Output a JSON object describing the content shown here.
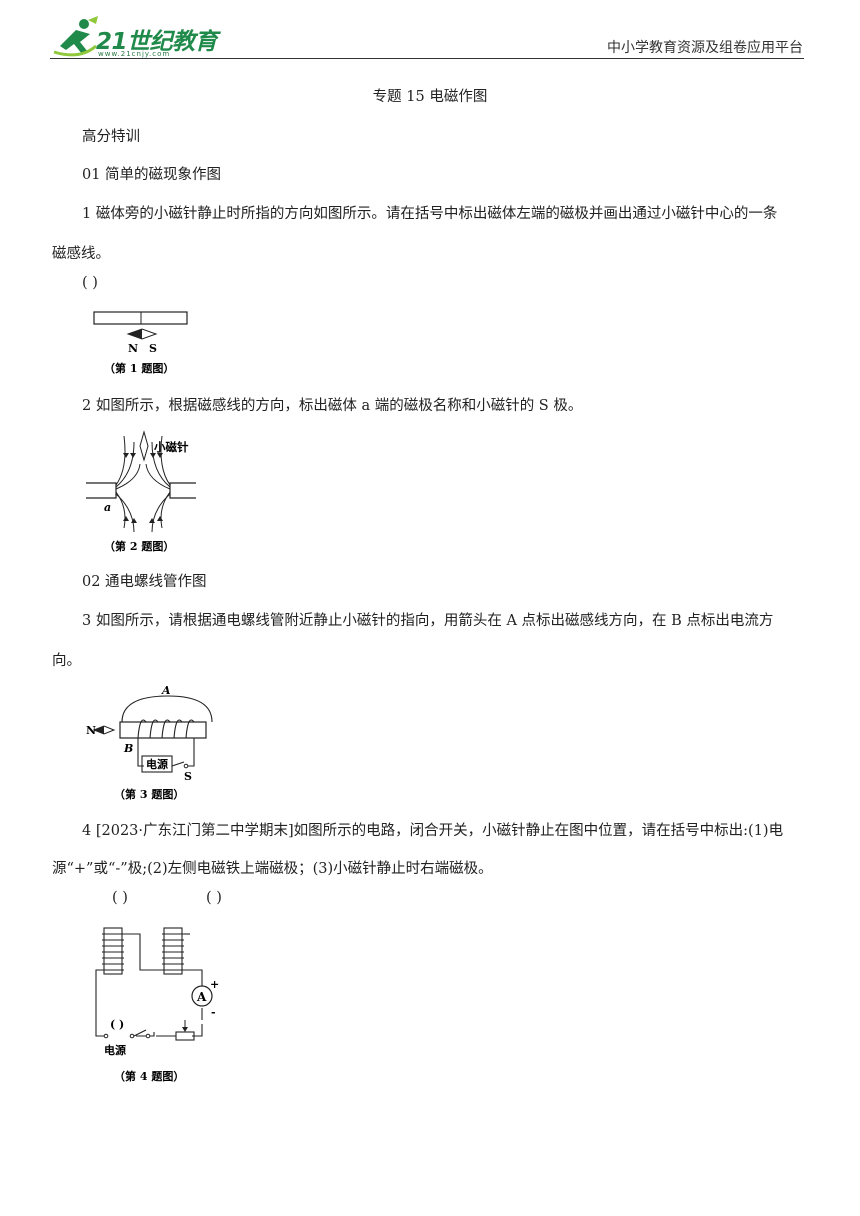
{
  "header": {
    "logo_text": "21世纪教育",
    "logo_sub": "www.21cnjy.com",
    "right_text": "中小学教育资源及组卷应用平台"
  },
  "doc": {
    "title": "专题 15 电磁作图",
    "section_main": "高分特训",
    "section_01": "01  简单的磁现象作图",
    "q1_line1": "1  磁体旁的小磁针静止时所指的方向如图所示。请在括号中标出磁体左端的磁极并画出通过小磁针中心的一条",
    "q1_line2": "磁感线。",
    "q1_blank": "(        )",
    "fig1_n": "N",
    "fig1_s": "S",
    "fig1_caption": "（第 1 题图）",
    "q2_line1": "2  如图所示，根据磁感线的方向，标出磁体 a 端的磁极名称和小磁针的 S 极。",
    "fig2_needle_label": "小磁针",
    "fig2_a": "a",
    "fig2_caption": "（第 2 题图）",
    "section_02": "02  通电螺线管作图",
    "q3_line1": "3  如图所示，请根据通电螺线管附近静止小磁针的指向，用箭头在 A  点标出磁感线方向，在 B  点标出电流方",
    "q3_line2": "向。",
    "fig3_a": "A",
    "fig3_b": "B",
    "fig3_n": "N",
    "fig3_power": "电源",
    "fig3_s": "S",
    "fig3_caption": "（第 3 题图）",
    "q4_line1": "4  [2023·广东江门第二中学期末]如图所示的电路，闭合开关，小磁针静止在图中位置，请在括号中标出:(1)电",
    "q4_line2": "源“+”或“-”极;(2)左侧电磁铁上端磁极；(3)小磁针静止时右端磁极。",
    "q4_blank1": "(        )",
    "q4_blank2": "(        )",
    "fig4_blank": "(    )",
    "fig4_ammeter": "A",
    "fig4_plus": "+",
    "fig4_minus": "-",
    "fig4_power": "电源",
    "fig4_caption": "（第 4 题图）"
  },
  "colors": {
    "logo_green": "#1f8a4a",
    "text": "#222222"
  }
}
